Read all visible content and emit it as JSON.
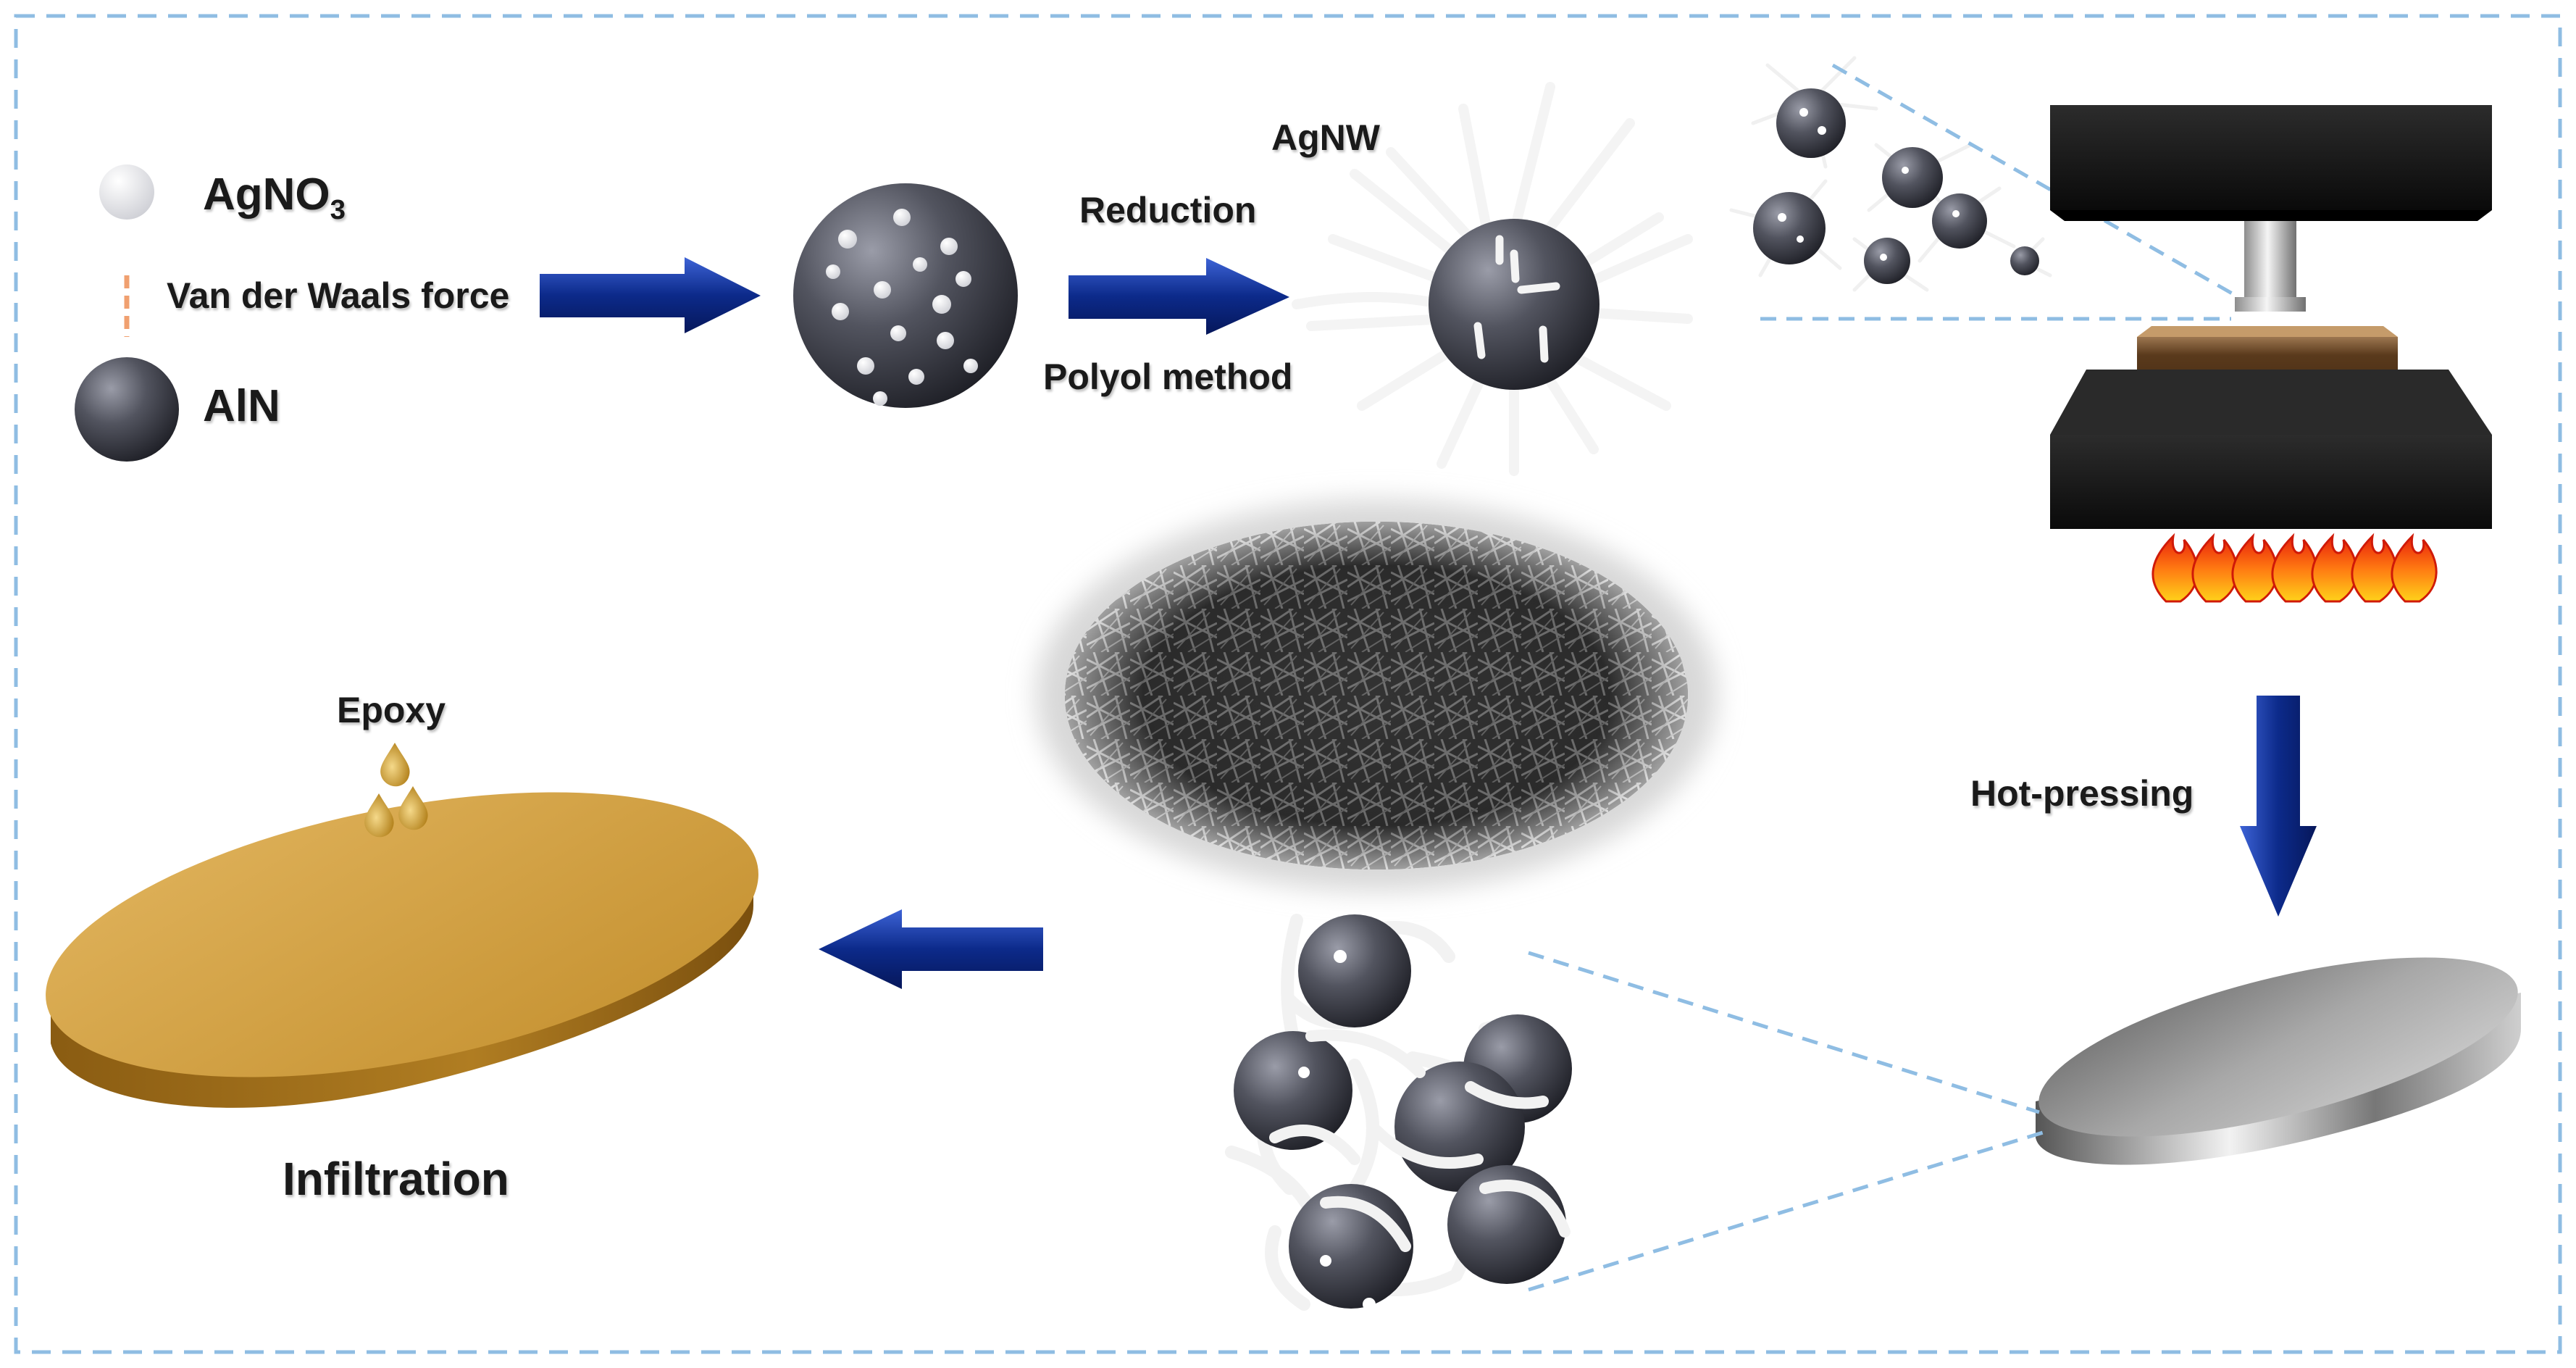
{
  "legend": {
    "agno3_main": "AgNO",
    "agno3_sub": "3",
    "vdw": "Van der Waals force",
    "aln": "AlN"
  },
  "steps": {
    "agnw": "AgNW",
    "reduction": "Reduction",
    "polyol": "Polyol method",
    "hot_pressing": "Hot-pressing",
    "epoxy": "Epoxy",
    "infiltration": "Infiltration"
  },
  "colors": {
    "border": "#8fbde3",
    "arrow": "#0c2a8a",
    "sphere": "#4b4d58",
    "press": "#151515",
    "sample": "#5a3a1c",
    "disc_gold": "#d3a34a",
    "disc_silver": "#b9b9b9",
    "flame": "#ff4a10"
  },
  "icons": {
    "arrow": "block-arrow-icon",
    "sphere": "sphere-icon",
    "press": "hot-press-icon",
    "flame": "flame-icon",
    "droplet": "droplet-icon"
  }
}
